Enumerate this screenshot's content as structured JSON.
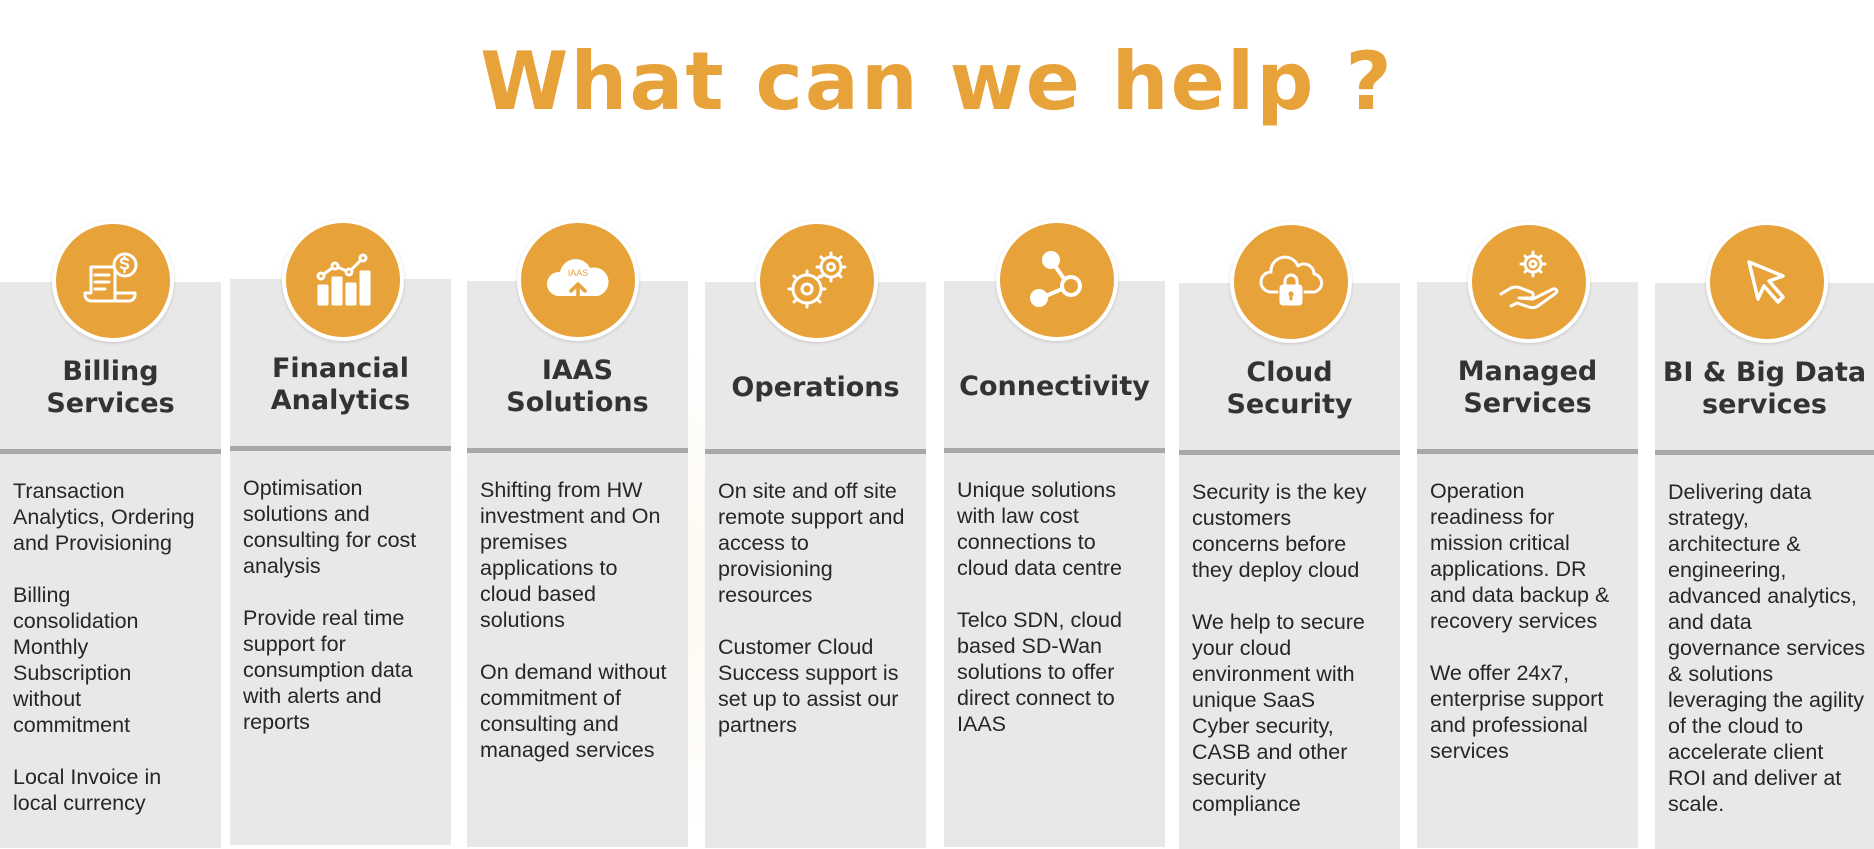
{
  "page_title": "What can we help ?",
  "colors": {
    "accent": "#e8a23a",
    "card_bg": "#e8e8e8",
    "divider": "#a8a8a8",
    "text": "#262626"
  },
  "cards": [
    {
      "icon": "billing-icon",
      "title": "Billing\nServices",
      "body": "Transaction\nAnalytics, Ordering\nand Provisioning\n\nBilling\nconsolidation\nMonthly\nSubscription\nwithout\ncommitment\n\nLocal Invoice in\nlocal currency"
    },
    {
      "icon": "analytics-chart-icon",
      "title": "Financial\nAnalytics",
      "body": "Optimisation\nsolutions and\nconsulting for cost\nanalysis\n\nProvide real time\nsupport for\nconsumption data\nwith alerts and\nreports"
    },
    {
      "icon": "iaas-cloud-icon",
      "icon_label": "IAAS",
      "title": "IAAS\nSolutions",
      "body": "Shifting from HW\ninvestment and On\npremises\napplications to\ncloud based\nsolutions\n\nOn demand without\ncommitment of\nconsulting and\nmanaged services"
    },
    {
      "icon": "gears-icon",
      "title": "Operations",
      "body": "On site and off site\nremote support and\naccess to\nprovisioning\nresources\n\nCustomer Cloud\nSuccess support is\nset up to assist our\npartners"
    },
    {
      "icon": "share-nodes-icon",
      "title": "Connectivity",
      "body": "Unique solutions\nwith law cost\nconnections to\ncloud data centre\n\nTelco SDN, cloud\nbased SD-Wan\nsolutions to offer\ndirect connect to\nIAAS"
    },
    {
      "icon": "cloud-lock-icon",
      "title": "Cloud\nSecurity",
      "body": "Security is the key\ncustomers\nconcerns before\nthey deploy cloud\n\nWe help to secure\nyour cloud\nenvironment with\nunique SaaS\nCyber security,\nCASB and other\nsecurity\ncompliance"
    },
    {
      "icon": "hand-gear-icon",
      "title": "Managed\nServices",
      "body": "Operation\nreadiness for\nmission critical\napplications. DR\nand data backup &\nrecovery services\n\nWe offer 24x7,\nenterprise support\nand professional\nservices"
    },
    {
      "icon": "cursor-icon",
      "title": "BI & Big Data\nservices",
      "body": "Delivering data\nstrategy,\narchitecture &\nengineering,\nadvanced analytics,\nand data\ngovernance services\n& solutions\nleveraging the agility\nof the cloud to\naccelerate client\nROI and deliver at\nscale."
    }
  ]
}
